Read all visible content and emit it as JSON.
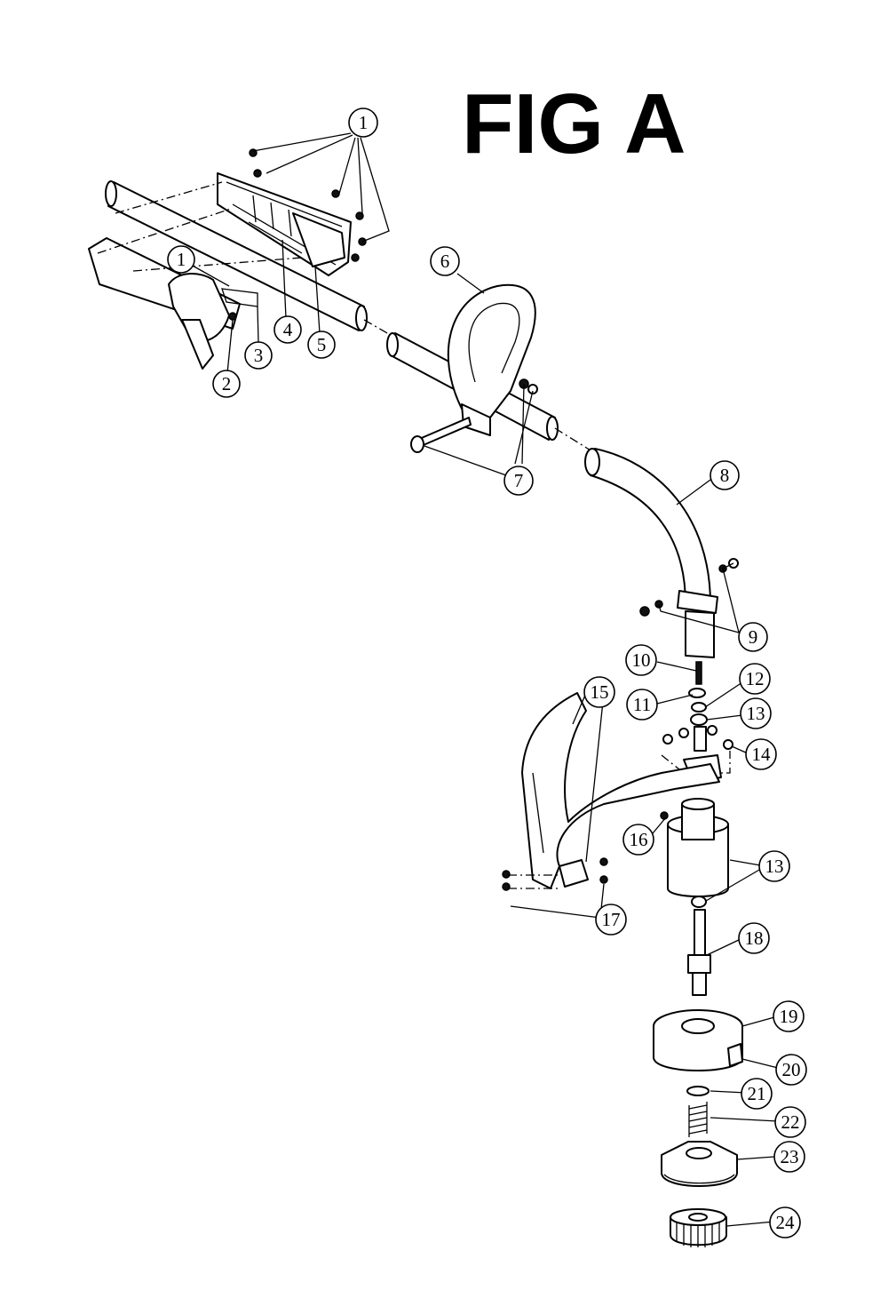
{
  "title": "FIG A",
  "callouts": [
    {
      "id": "c1a",
      "label": "1"
    },
    {
      "id": "c1b",
      "label": "1"
    },
    {
      "id": "c2",
      "label": "2"
    },
    {
      "id": "c3",
      "label": "3"
    },
    {
      "id": "c4",
      "label": "4"
    },
    {
      "id": "c5",
      "label": "5"
    },
    {
      "id": "c6",
      "label": "6"
    },
    {
      "id": "c7",
      "label": "7"
    },
    {
      "id": "c8",
      "label": "8"
    },
    {
      "id": "c9",
      "label": "9"
    },
    {
      "id": "c10",
      "label": "10"
    },
    {
      "id": "c11",
      "label": "11"
    },
    {
      "id": "c12",
      "label": "12"
    },
    {
      "id": "c13a",
      "label": "13"
    },
    {
      "id": "c14",
      "label": "14"
    },
    {
      "id": "c15",
      "label": "15"
    },
    {
      "id": "c16",
      "label": "16"
    },
    {
      "id": "c13b",
      "label": "13"
    },
    {
      "id": "c17",
      "label": "17"
    },
    {
      "id": "c18",
      "label": "18"
    },
    {
      "id": "c19",
      "label": "19"
    },
    {
      "id": "c20",
      "label": "20"
    },
    {
      "id": "c21",
      "label": "21"
    },
    {
      "id": "c22",
      "label": "22"
    },
    {
      "id": "c23",
      "label": "23"
    },
    {
      "id": "c24",
      "label": "24"
    }
  ],
  "colors": {
    "ink": "#000000",
    "paper": "#ffffff"
  }
}
